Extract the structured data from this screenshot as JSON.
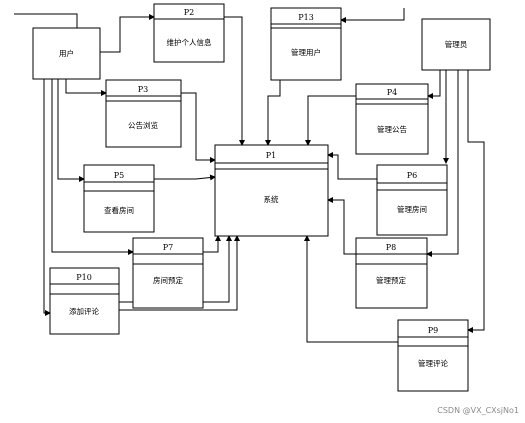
{
  "diagram": {
    "nodes": [
      {
        "key": "user",
        "id": "",
        "label": "用户"
      },
      {
        "key": "admin",
        "id": "",
        "label": "管理员"
      },
      {
        "key": "p2",
        "id": "P2",
        "label": "维护个人信息"
      },
      {
        "key": "p13",
        "id": "P13",
        "label": "管理用户"
      },
      {
        "key": "p3",
        "id": "P3",
        "label": "公告浏览"
      },
      {
        "key": "p4",
        "id": "P4",
        "label": "管理公告"
      },
      {
        "key": "p1",
        "id": "P1",
        "label": "系统"
      },
      {
        "key": "p5",
        "id": "P5",
        "label": "查看房间"
      },
      {
        "key": "p6",
        "id": "P6",
        "label": "管理房间"
      },
      {
        "key": "p7",
        "id": "P7",
        "label": "房间预定"
      },
      {
        "key": "p8",
        "id": "P8",
        "label": "管理预定"
      },
      {
        "key": "p10",
        "id": "P10",
        "label": "添加评论"
      },
      {
        "key": "p9",
        "id": "P9",
        "label": "管理评论"
      }
    ]
  },
  "watermark": "CSDN @VX_CXsjNo1"
}
